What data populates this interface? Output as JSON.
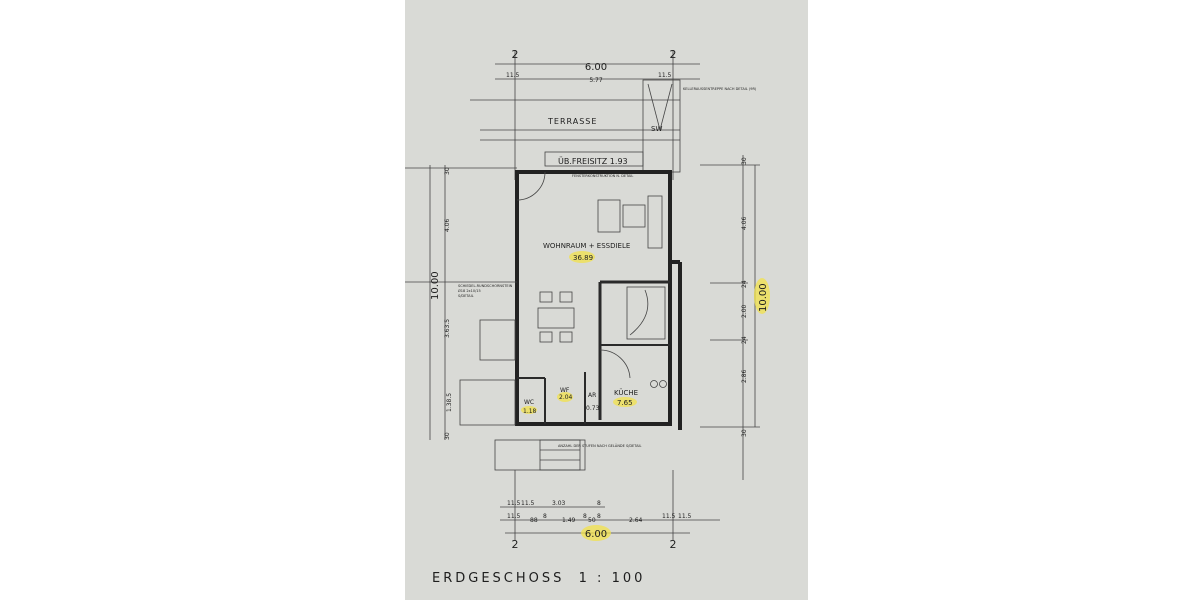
{
  "title": "ERDGESCHOSS  1 : 100",
  "colors": {
    "paper": "#d9dad6",
    "ink": "#222222",
    "highlight": "#f1e24a"
  },
  "rooms": {
    "terrasse": "TERRASSE",
    "sw": "SW",
    "freisitz": "ÜB.FREISITZ  1.93",
    "wohnraum": "WOHNRAUM + ESSDIELE",
    "wohnraum_area": "36.89",
    "kueche": "KÜCHE",
    "kueche_area": "7.65",
    "wc": "WC",
    "wc_area": "1.18",
    "wf": "WF",
    "wf_area": "2.04",
    "ar": "AR",
    "ar_area": "0.73"
  },
  "notes": {
    "kellertreppe": "KELLERAUSSENTREPPE NACH DETAIL (9R)",
    "fenster": "FENSTERKONSTRUKTION N. DETAIL",
    "schiedel": "SCHIEDEL-RUNDSCHORNSTEIN",
    "schiedel2": "Ø18 2x10/15",
    "schiedel3": "S/DETAIL",
    "stufen": "ANZAHL DER STUFEN NACH GELÄNDE S/DETAIL"
  },
  "dimensions": {
    "axis": "2",
    "top_total": "6.00",
    "top_inner": "5.77",
    "top_wall": "11.5",
    "right_total": "10.00",
    "right_segments": [
      "30",
      "4.06",
      "24",
      "2.00",
      "24",
      "2.86",
      "30"
    ],
    "left_total": "10.00",
    "left_segments": [
      "30",
      "4.06",
      "3.63.5",
      "1.38.5",
      "30"
    ],
    "bottom_total": "6.00",
    "bottom_row1": [
      "11.5",
      "11.5",
      "3.03",
      "8"
    ],
    "bottom_row2": [
      "11.5",
      "88",
      "8",
      "1.49",
      "8",
      "50",
      "8",
      "2.64",
      "11.5",
      "11.5"
    ]
  }
}
